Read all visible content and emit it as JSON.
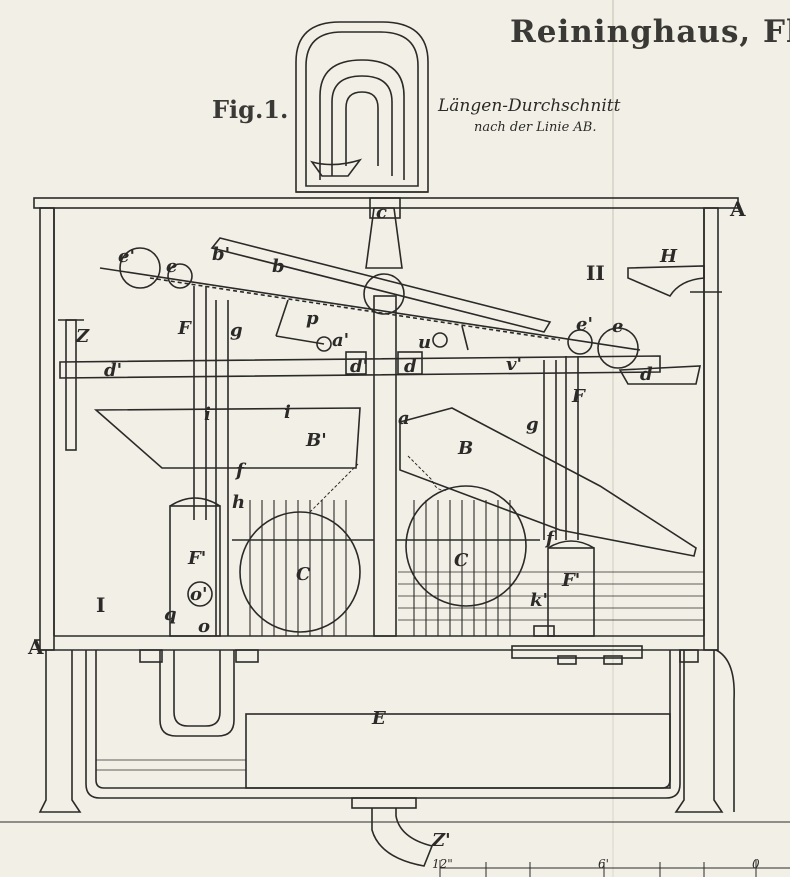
{
  "plate_title": "Reininghaus, Fli",
  "figure_label": "Fig.1.",
  "section_title": "Längen-Durchschnitt",
  "section_subtitle": "nach der Linie AB.",
  "labels": {
    "A_top": "A",
    "A_left": "A",
    "H": "H",
    "II": "II",
    "I": "I",
    "Z": "Z",
    "c": "c",
    "b_prime": "b'",
    "b": "b",
    "e_prime_left": "e'",
    "e_left": "e",
    "e_prime_right": "e'",
    "e_right": "e",
    "F_left_upper": "F",
    "g_left": "g",
    "p": "p",
    "a_prime": "a'",
    "u": "u",
    "v_prime": "v'",
    "d_prime_left": "d'",
    "d_prime_mid": "d'",
    "d_mid": "d",
    "d_right": "d",
    "a": "a",
    "i_left": "i",
    "i_right": "i",
    "B_prime": "B'",
    "B": "B",
    "g_right": "g",
    "F_right": "F",
    "f_left": "f",
    "h": "h",
    "f_right": "f",
    "C_left": "C",
    "C_right": "C",
    "F_prime_left": "F'",
    "F_prime_right": "F'",
    "o_prime": "o'",
    "q": "q",
    "o": "o",
    "k_prime": "k'",
    "E": "E",
    "Z_prime": "Z'"
  },
  "scale": {
    "left": "12\"",
    "mid": "6'",
    "right": "0"
  }
}
